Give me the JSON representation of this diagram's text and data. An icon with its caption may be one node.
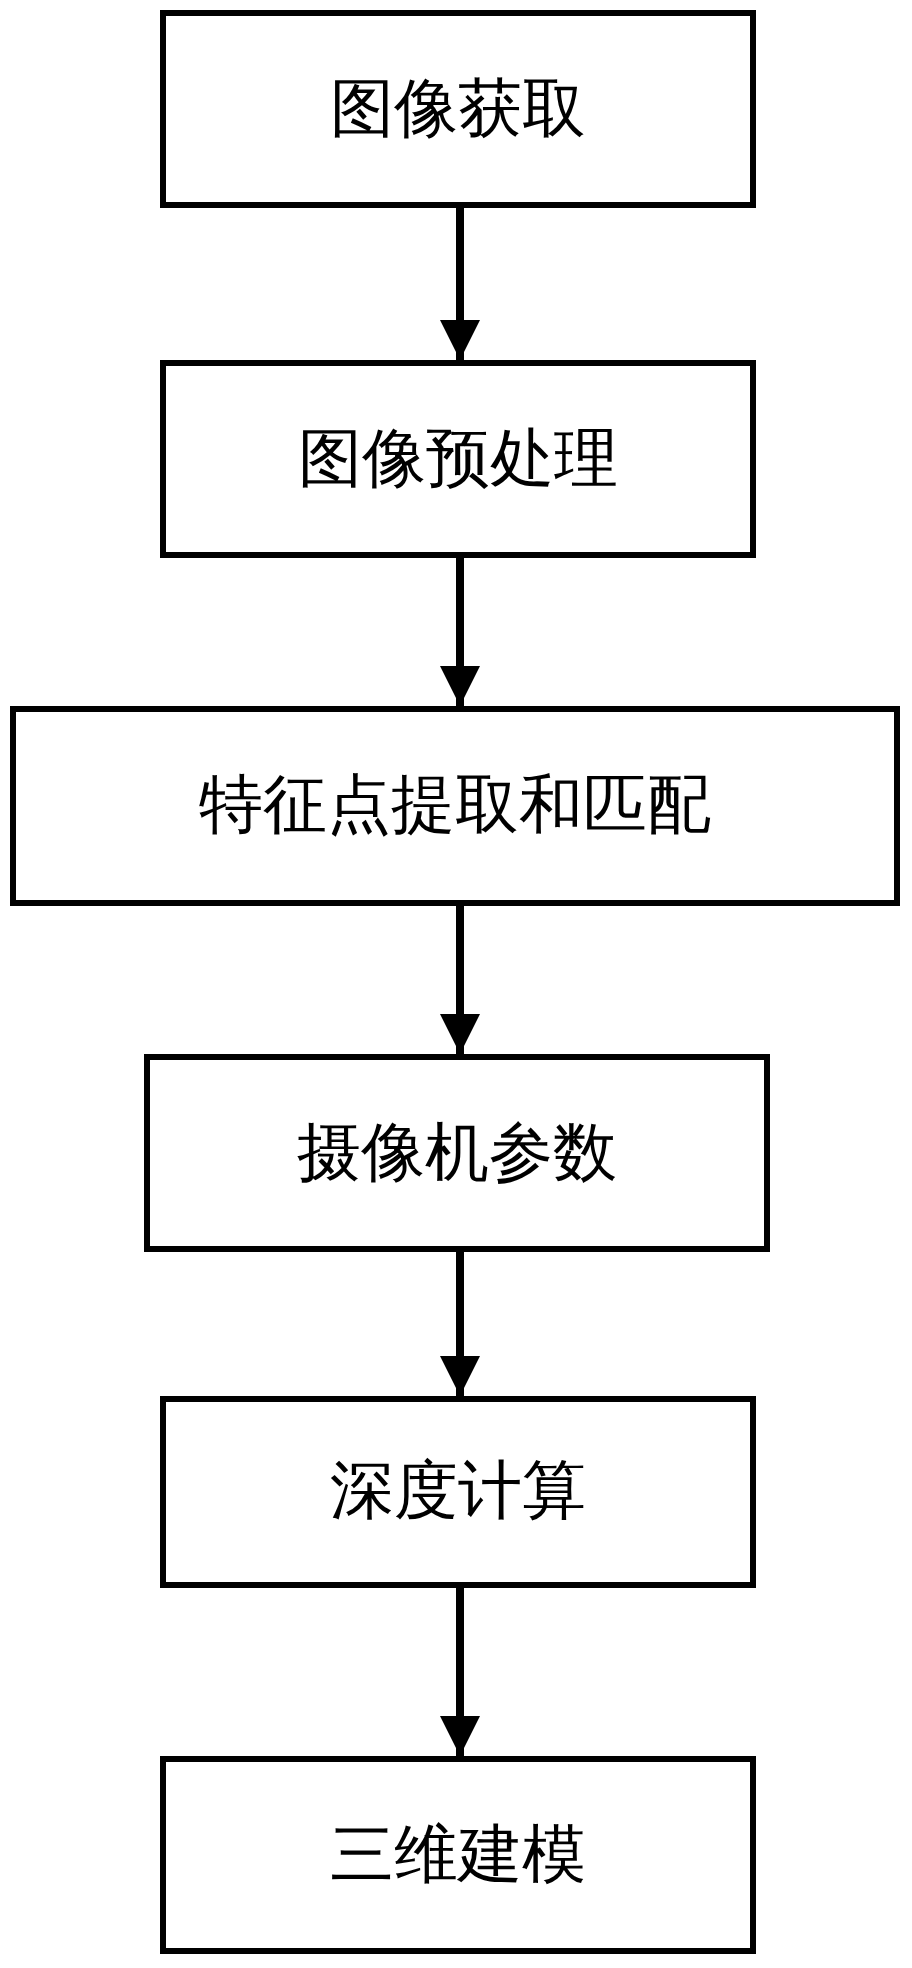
{
  "diagram": {
    "nodes": [
      {
        "text": [
          "图像获取"
        ]
      },
      {
        "text": [
          "图像预处理"
        ]
      },
      {
        "text": [
          "特征点提取和匹配"
        ]
      },
      {
        "text": [
          "摄像机参数"
        ]
      },
      {
        "text": [
          "深度计算"
        ]
      },
      {
        "text": [
          "三维建模"
        ]
      }
    ],
    "edges": [
      {
        "from": 0,
        "to": 1,
        "arrow": "to"
      },
      {
        "from": 1,
        "to": 2,
        "arrow": "to"
      },
      {
        "from": 2,
        "to": 3,
        "arrow": "to"
      },
      {
        "from": 3,
        "to": 4,
        "arrow": "to"
      },
      {
        "from": 4,
        "to": 5,
        "arrow": "to"
      }
    ]
  }
}
